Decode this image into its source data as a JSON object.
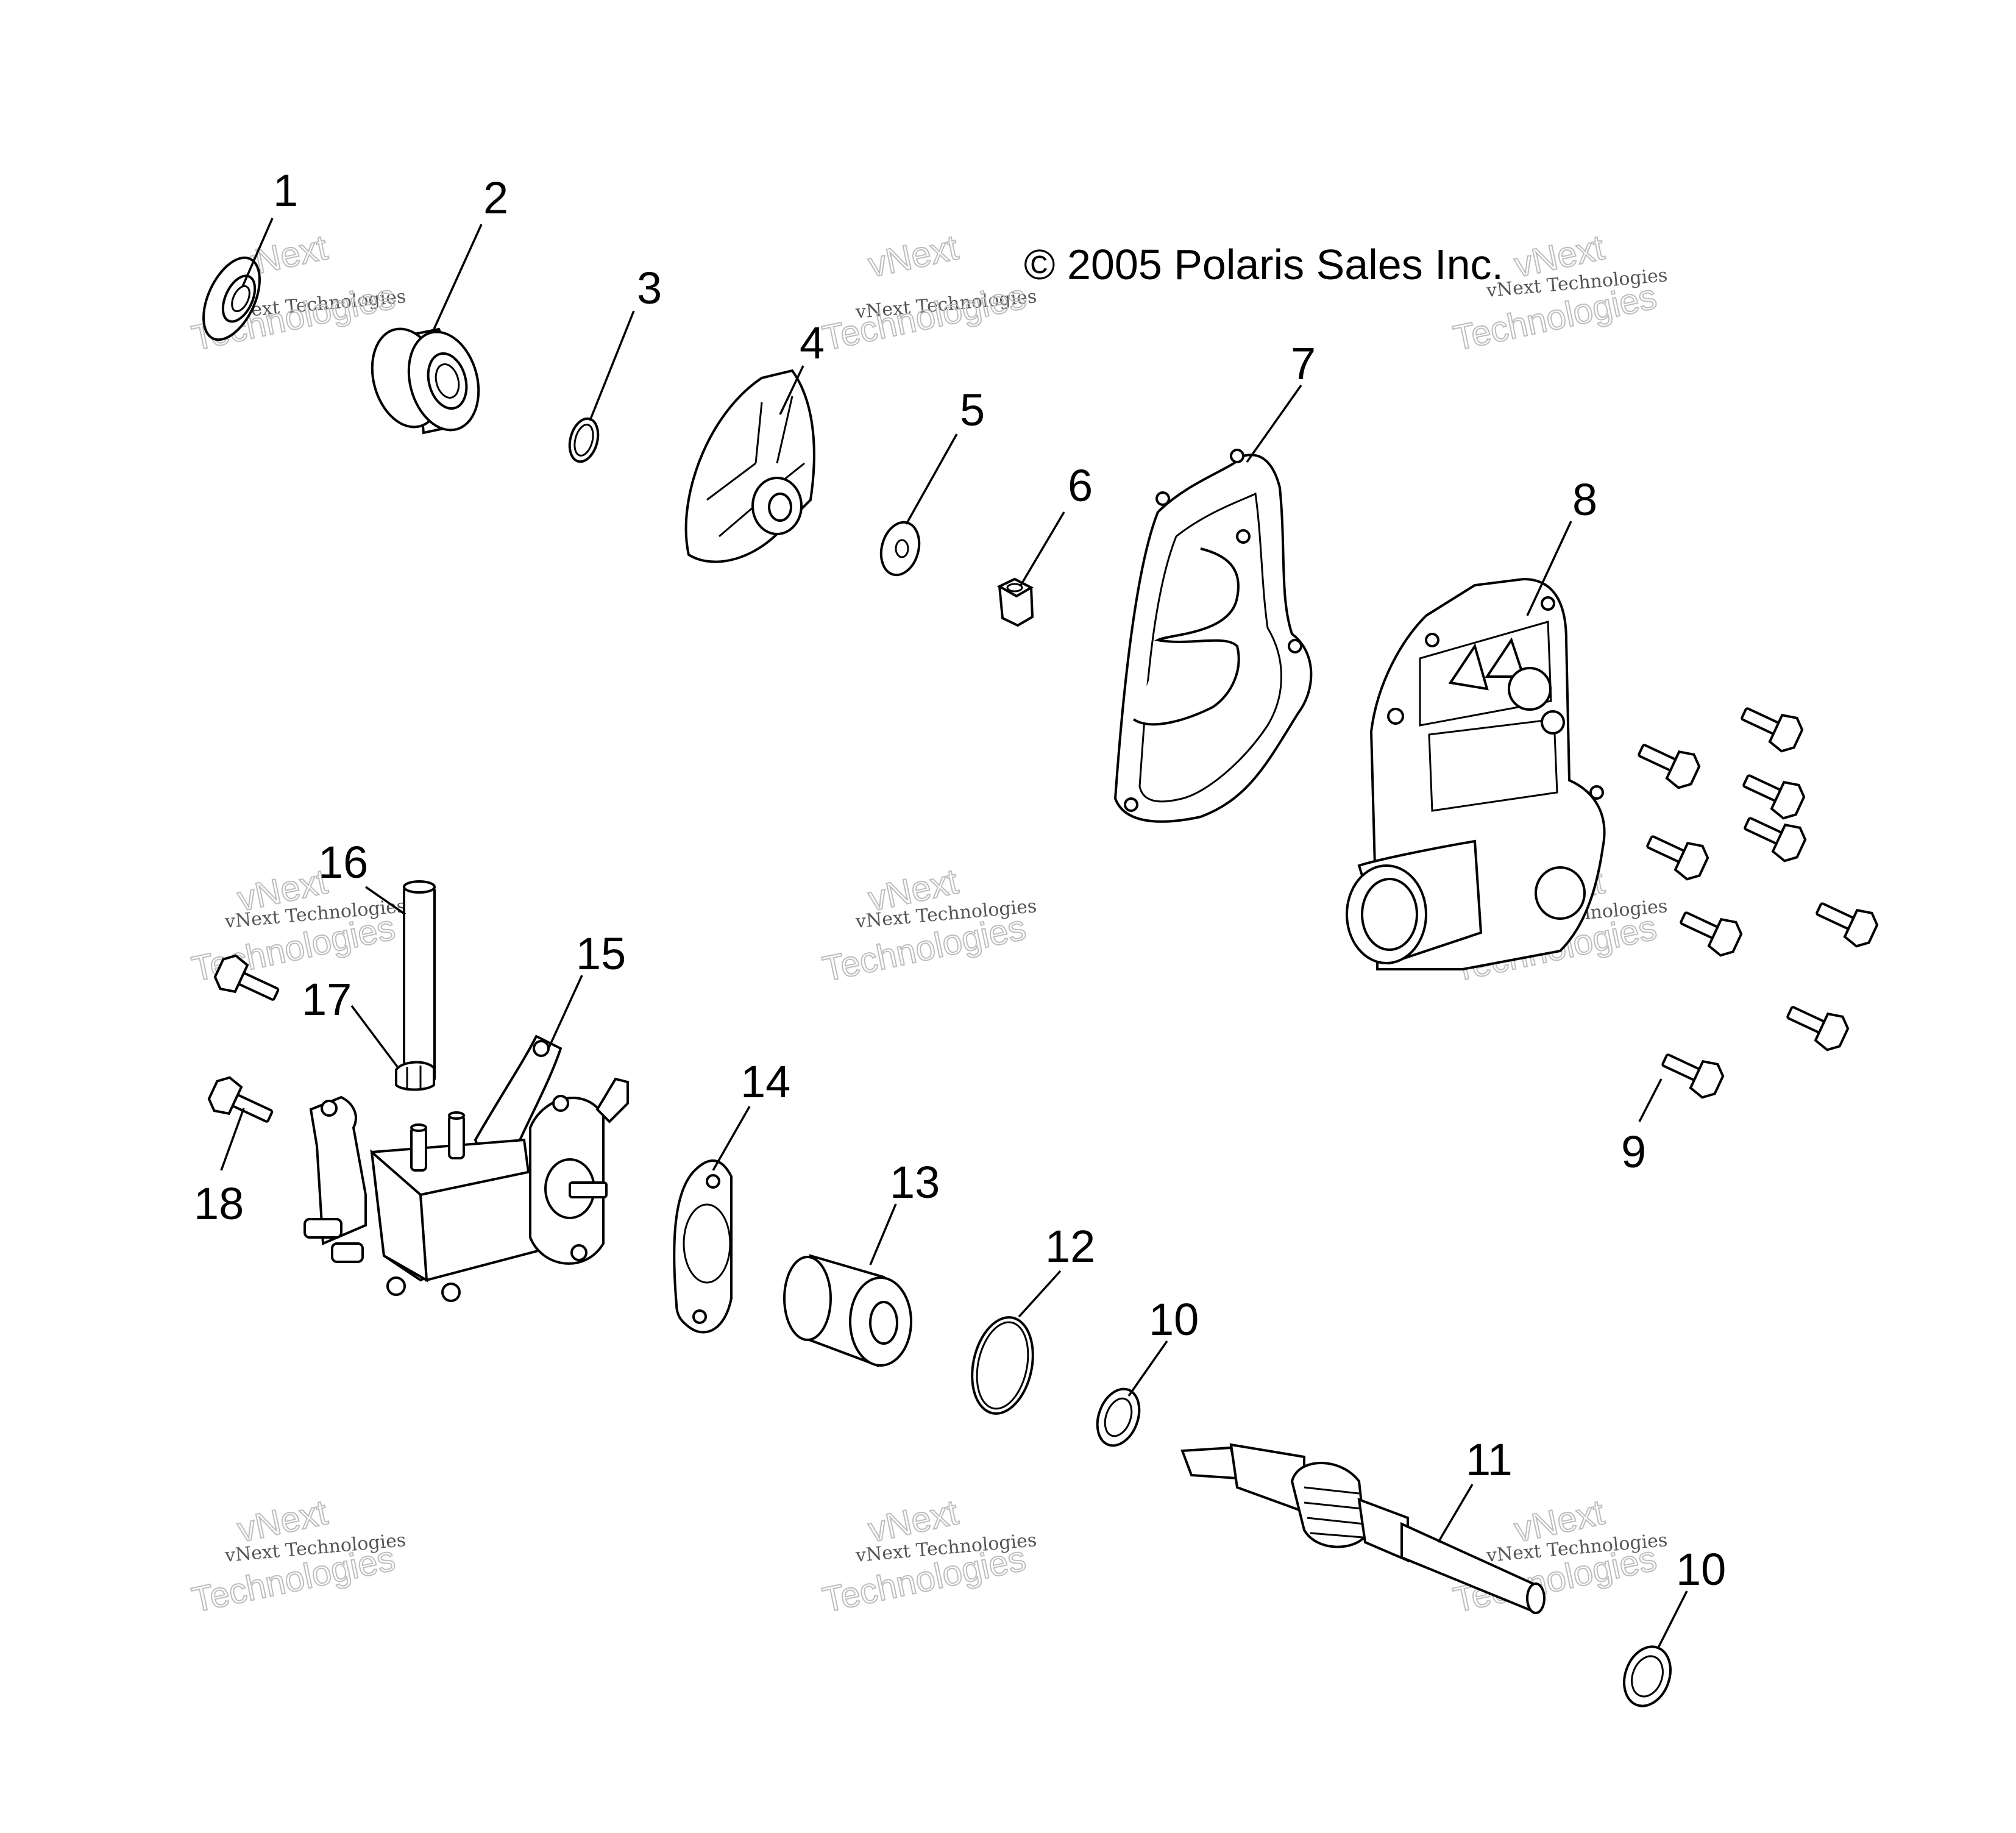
{
  "copyright": "© 2005 Polaris Sales Inc.",
  "watermark": {
    "line1": "vNext",
    "line2": "vNext Technologies",
    "line3": "Technologies"
  },
  "callouts": [
    "1",
    "2",
    "3",
    "4",
    "5",
    "6",
    "7",
    "8",
    "9",
    "10",
    "11",
    "12",
    "13",
    "14",
    "15",
    "16",
    "17",
    "18",
    "10"
  ]
}
